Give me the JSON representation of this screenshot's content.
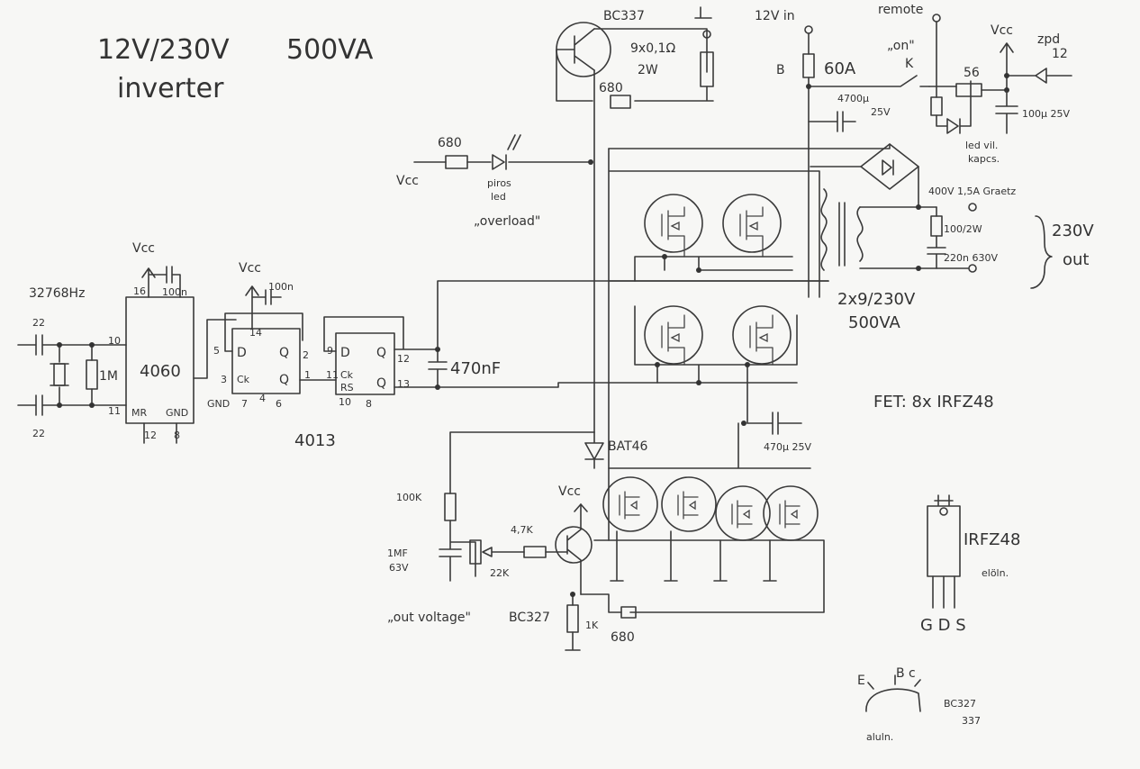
{
  "title": {
    "line1": "12V/230V",
    "rating": "500VA",
    "line2": "inverter"
  },
  "labels": {
    "bc337": "BC337",
    "shunt": "9x0,1Ω",
    "shunt_power": "2W",
    "r680_top": "680",
    "in12v": "12V in",
    "remote": "remote",
    "on": "„on\"",
    "k": "K",
    "b": "B",
    "fuse": "60A",
    "r56": "56",
    "vcc_top_right": "Vcc",
    "zener": "zpd",
    "zener_v": "12",
    "c4700": "4700μ",
    "c4700_v": "25V",
    "c100u": "100μ 25V",
    "led_vil": "led vil.",
    "kapcs": "kapcs.",
    "r680_led": "680",
    "vcc_led": "Vcc",
    "piros_led": "piros",
    "led": "led",
    "overload": "„overload\"",
    "graetz": "400V 1,5A Graetz",
    "r100_2w": "100/2W",
    "c220n": "220n 630V",
    "out230": "230V",
    "out": "out",
    "transformer": "2x9/230V",
    "transformer_va": "500VA",
    "fet_note": "FET: 8x IRFZ48",
    "crystal": "32768Hz",
    "vcc_4060": "Vcc",
    "c100n_a": "100n",
    "pin16": "16",
    "pin10": "10",
    "pin11": "11",
    "mr": "MR",
    "gnd": "GND",
    "pin12": "12",
    "pin8": "8",
    "ic4060": "4060",
    "c22_top": "22",
    "c22_bot": "22",
    "r1m": "1M",
    "vcc_4013": "Vcc",
    "c100n_b": "100n",
    "p14": "14",
    "p5": "5",
    "p3": "3",
    "d": "D",
    "q": "Q",
    "ck": "Ck",
    "qbar": "Q",
    "p2": "2",
    "p1": "1",
    "p7": "7",
    "p46": "4",
    "p6": "6",
    "gnd2": "GND",
    "p9": "9",
    "p11": "11",
    "p12b": "12",
    "p13": "13",
    "p10": "10",
    "p8b": "8",
    "rs": "RS",
    "ic4013": "4013",
    "c470n": "470nF",
    "c470u": "470μ 25V",
    "bat46": "BAT46",
    "vcc_mid": "Vcc",
    "r100k": "100K",
    "c1mf": "1MF",
    "c1mf_v": "63V",
    "pot22k": "22K",
    "r4k7": "4,7K",
    "out_voltage": "„out voltage\"",
    "bc327": "BC327",
    "r1k": "1K",
    "r680_bot": "680",
    "irfz48": "IRFZ48",
    "elol": "elöln.",
    "gds": "G D S",
    "e": "E",
    "bc": "B c",
    "bc327_337": "BC327",
    "n337": "337",
    "alul": "aluln."
  }
}
